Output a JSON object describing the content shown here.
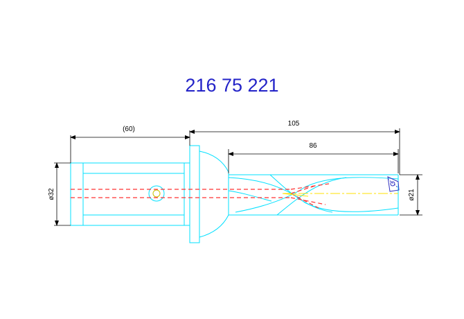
{
  "drawing": {
    "part_number": "216 75 221",
    "dimensions": {
      "shank_length": "(60)",
      "overall_length": "105",
      "flute_length": "86",
      "shank_diameter": "ø32",
      "drill_diameter": "ø21"
    }
  },
  "colors": {
    "title": "#2323c8",
    "outline": "#00e0ff",
    "dimension": "#000000",
    "coolant": "#ff3030",
    "centerline": "#ffe000",
    "insert": "#3030c0"
  }
}
